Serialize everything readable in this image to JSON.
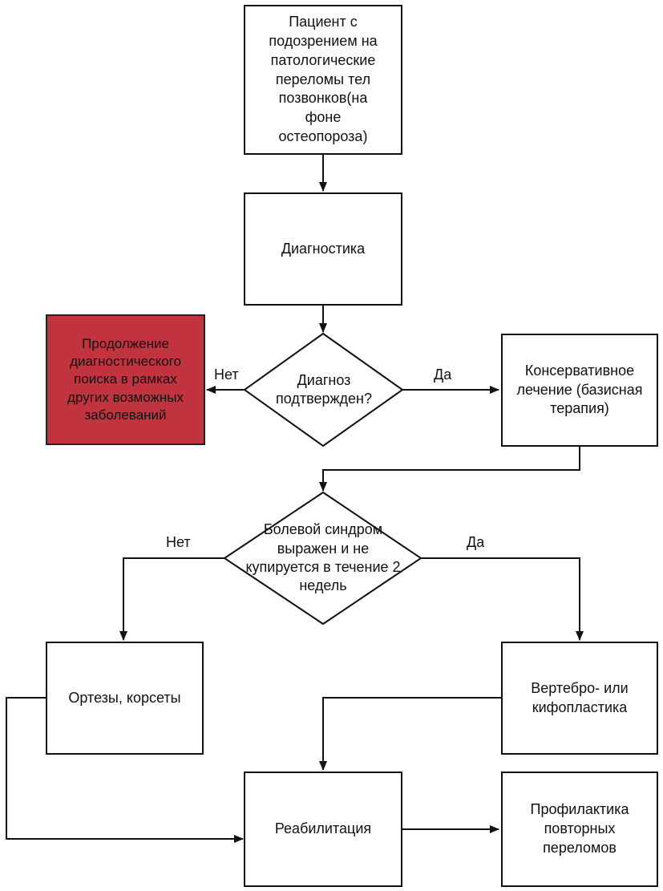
{
  "nodes": {
    "patient": "Пациент с подозрением на патологические переломы тел позвонков(на фоне остеопороза)",
    "diagnostics": "Диагностика",
    "diagnosis_decision": "Диагноз подтвержден?",
    "continue_search": "Продолжение диагностического поиска в рамках других возможных заболеваний",
    "conservative": "Консервативное лечение (базисная терапия)",
    "pain_decision": "Болевой синдром выражен и не купируется в течение 2 недель",
    "orthoses": "Ортезы, корсеты",
    "vertebroplasty": "Вертебро- или кифопластика",
    "rehabilitation": "Реабилитация",
    "prevention": "Профилактика повторных переломов"
  },
  "edge_labels": {
    "diag_no": "Нет",
    "diag_yes": "Да",
    "pain_no": "Нет",
    "pain_yes": "Да"
  },
  "colors": {
    "stroke": "#111111",
    "highlight_fill": "#c0333f"
  }
}
